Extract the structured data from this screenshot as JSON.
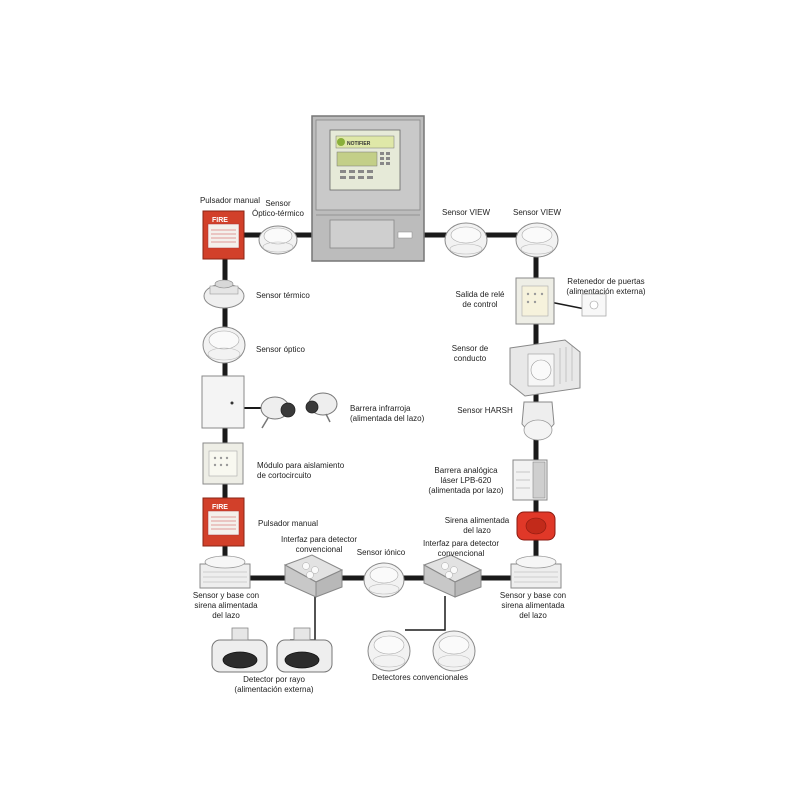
{
  "panel": {
    "brand": "NOTIFIER",
    "icon": "control-panel-icon"
  },
  "fire_text": "FIRE",
  "labels": {
    "manual_call_point_top": "Pulsador manual",
    "optical_thermal_sensor": "Sensor\nÓptico-térmico",
    "thermal_sensor": "Sensor térmico",
    "optical_sensor": "Sensor óptico",
    "infrared_barrier": "Barrera infrarroja\n(alimentada del lazo)",
    "isolator_module": "Módulo para aislamiento\nde cortocircuito",
    "manual_call_point_bottom": "Pulsador manual",
    "sounder_base_left": "Sensor y base con\nsirena alimentada\ndel lazo",
    "beam_detector": "Detector por rayo\n(alimentación externa)",
    "interface_left": "Interfaz para detector\nconvencional",
    "ionic_sensor": "Sensor iónico",
    "interface_right": "Interfaz para detector\nconvencional",
    "conventional_detectors": "Detectores convencionales",
    "sounder_base_right": "Sensor y base con\nsirena alimentada\ndel lazo",
    "view_sensor_1": "Sensor VIEW",
    "view_sensor_2": "Sensor VIEW",
    "door_holder": "Retenedor de puertas\n(alimentación externa)",
    "relay_output": "Salida de relé\nde control",
    "duct_sensor": "Sensor de\nconducto",
    "harsh_sensor": "Sensor HARSH",
    "laser_barrier": "Barrera analógica\nláser LPB-620\n(alimentada por lazo)",
    "loop_sounder": "Sirena alimentada\ndel lazo"
  },
  "colors": {
    "loop_wire": "#1a1a1a",
    "panel": "#bcbcbc",
    "call_point": "#d2402a",
    "sounder": "#e03828",
    "device_body": "#f2f2f2"
  }
}
